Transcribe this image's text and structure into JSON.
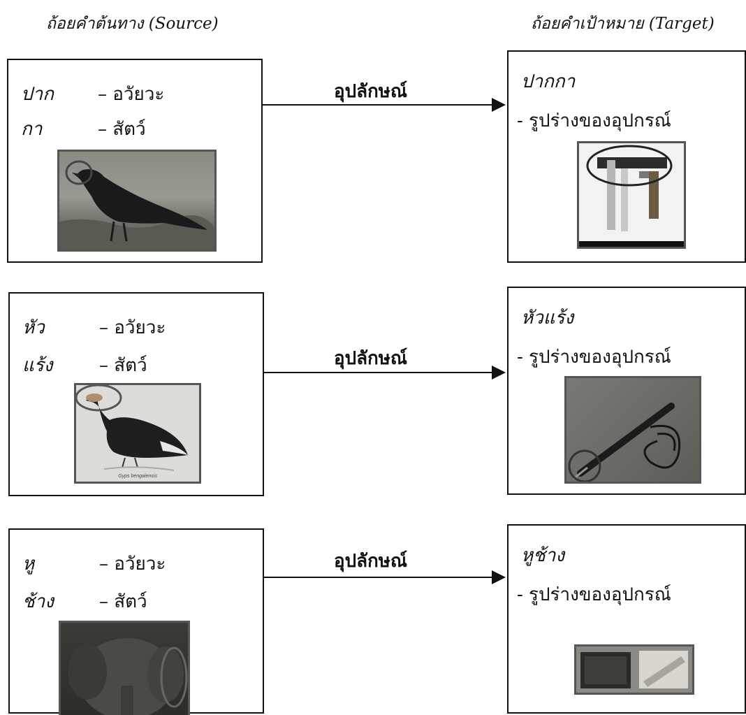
{
  "headings": {
    "source": "ถ้อยคำต้นทาง (Source)",
    "target": "ถ้อยคำเป้าหมาย (Target)"
  },
  "rows": [
    {
      "source": [
        {
          "word": "ปาก",
          "category": "– อวัยวะ"
        },
        {
          "word": "กา",
          "category": "– สัตว์"
        }
      ],
      "relation": "อุปลักษณ์",
      "target_word": "ปากกา",
      "target_desc": "- รูปร่างของอุปกรณ์"
    },
    {
      "source": [
        {
          "word": "หัว",
          "category": "– อวัยวะ"
        },
        {
          "word": "แร้ง",
          "category": "– สัตว์"
        }
      ],
      "relation": "อุปลักษณ์",
      "target_word": "หัวแร้ง",
      "target_desc": "- รูปร่างของอุปกรณ์"
    },
    {
      "source": [
        {
          "word": "หู",
          "category": "– อวัยวะ"
        },
        {
          "word": "ช้าง",
          "category": "– สัตว์"
        }
      ],
      "relation": "อุปลักษณ์",
      "target_word": "หูช้าง",
      "target_desc": "- รูปร่างของอุปกรณ์"
    }
  ],
  "images": {
    "crow": "crow-photo",
    "clamp": "clamp-photo",
    "vulture": "vulture-photo",
    "soldering_iron": "soldering-iron-photo",
    "elephant": "elephant-photo",
    "corner_bracket": "corner-bracket-photo"
  },
  "photo_captions": {
    "vulture": "Gyps bengalensis"
  }
}
